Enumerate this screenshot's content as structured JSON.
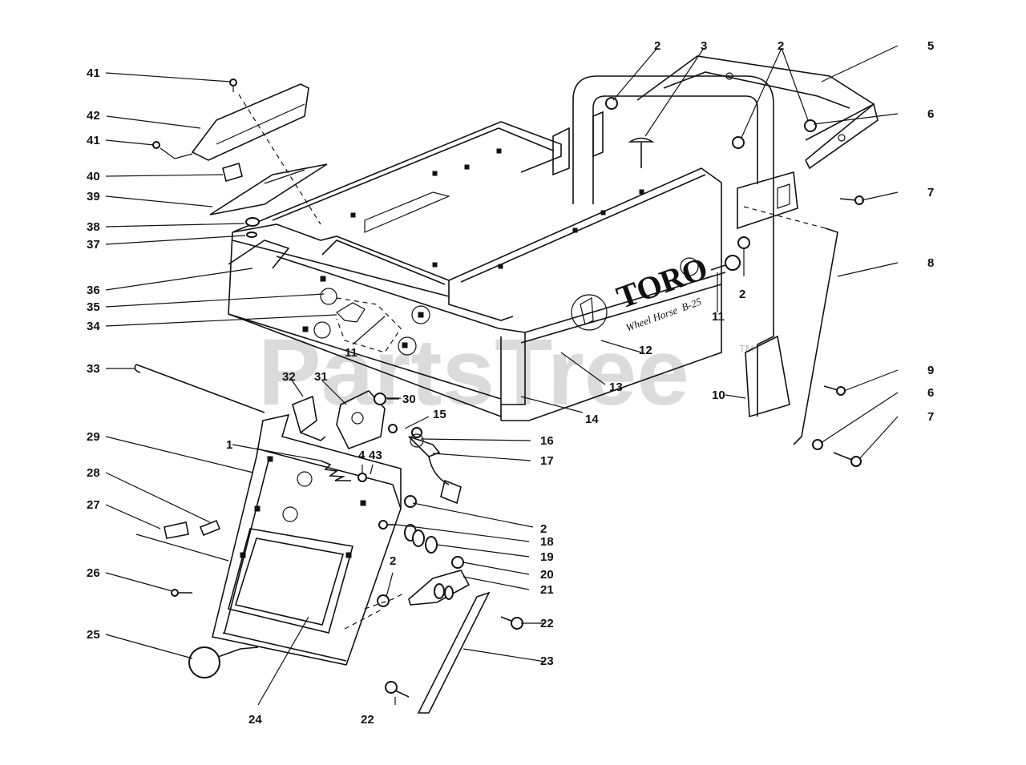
{
  "brand": {
    "name": "TORO",
    "subtitle": "Wheel Horse",
    "model": "B-25"
  },
  "watermark": {
    "text": "PartsTree",
    "tm": "TM"
  },
  "labels": [
    {
      "id": "41a",
      "text": "41"
    },
    {
      "id": "42",
      "text": "42"
    },
    {
      "id": "41b",
      "text": "41"
    },
    {
      "id": "40",
      "text": "40"
    },
    {
      "id": "39",
      "text": "39"
    },
    {
      "id": "38",
      "text": "38"
    },
    {
      "id": "37",
      "text": "37"
    },
    {
      "id": "36",
      "text": "36"
    },
    {
      "id": "35",
      "text": "35"
    },
    {
      "id": "34",
      "text": "34"
    },
    {
      "id": "33",
      "text": "33"
    },
    {
      "id": "32",
      "text": "32"
    },
    {
      "id": "31",
      "text": "31"
    },
    {
      "id": "30",
      "text": "30"
    },
    {
      "id": "29",
      "text": "29"
    },
    {
      "id": "28",
      "text": "28"
    },
    {
      "id": "27",
      "text": "27"
    },
    {
      "id": "26",
      "text": "26"
    },
    {
      "id": "25",
      "text": "25"
    },
    {
      "id": "24",
      "text": "24"
    },
    {
      "id": "23",
      "text": "23"
    },
    {
      "id": "22a",
      "text": "22"
    },
    {
      "id": "22b",
      "text": "22"
    },
    {
      "id": "21",
      "text": "21"
    },
    {
      "id": "20",
      "text": "20"
    },
    {
      "id": "19",
      "text": "19"
    },
    {
      "id": "18",
      "text": "18"
    },
    {
      "id": "17",
      "text": "17"
    },
    {
      "id": "16",
      "text": "16"
    },
    {
      "id": "15",
      "text": "15"
    },
    {
      "id": "14",
      "text": "14"
    },
    {
      "id": "13",
      "text": "13"
    },
    {
      "id": "12",
      "text": "12"
    },
    {
      "id": "11a",
      "text": "11"
    },
    {
      "id": "11b",
      "text": "11"
    },
    {
      "id": "10",
      "text": "10"
    },
    {
      "id": "9",
      "text": "9"
    },
    {
      "id": "8",
      "text": "8"
    },
    {
      "id": "7a",
      "text": "7"
    },
    {
      "id": "7b",
      "text": "7"
    },
    {
      "id": "6a",
      "text": "6"
    },
    {
      "id": "6b",
      "text": "6"
    },
    {
      "id": "5",
      "text": "5"
    },
    {
      "id": "4",
      "text": "4"
    },
    {
      "id": "43",
      "text": "43"
    },
    {
      "id": "3",
      "text": "3"
    },
    {
      "id": "2a",
      "text": "2"
    },
    {
      "id": "2b",
      "text": "2"
    },
    {
      "id": "2c",
      "text": "2"
    },
    {
      "id": "2d",
      "text": "2"
    },
    {
      "id": "2e",
      "text": "2"
    },
    {
      "id": "1",
      "text": "1"
    }
  ]
}
